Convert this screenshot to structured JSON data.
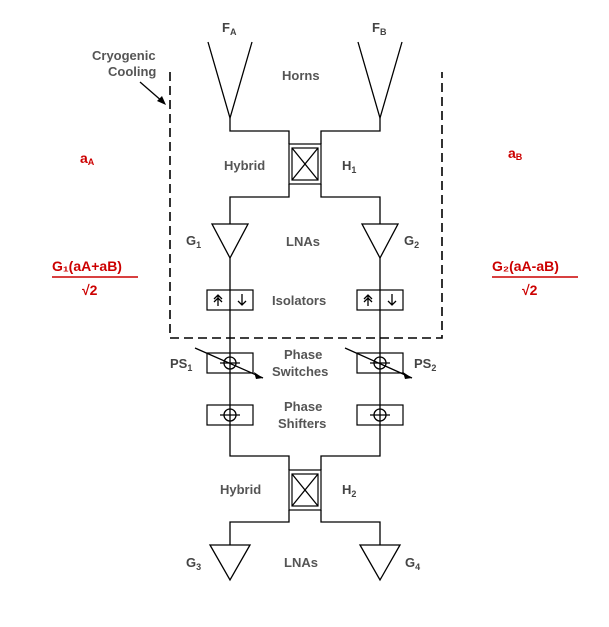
{
  "feeds": {
    "left": "F",
    "left_sub": "A",
    "right": "F",
    "right_sub": "B"
  },
  "labels": {
    "cryogenic": "Cryogenic",
    "cooling": "Cooling",
    "horns": "Horns",
    "hybrid_top": "Hybrid",
    "h1": "H",
    "h1_sub": "1",
    "lnas_top": "LNAs",
    "g1": "G",
    "g1_sub": "1",
    "g2": "G",
    "g2_sub": "2",
    "isolators": "Isolators",
    "phase_switches_1": "Phase",
    "phase_switches_2": "Switches",
    "ps1": "PS",
    "ps1_sub": "1",
    "ps2": "PS",
    "ps2_sub": "2",
    "phase_shifters_1": "Phase",
    "phase_shifters_2": "Shifters",
    "hybrid_bottom": "Hybrid",
    "h2": "H",
    "h2_sub": "2",
    "lnas_bottom": "LNAs",
    "g3": "G",
    "g3_sub": "3",
    "g4": "G",
    "g4_sub": "4"
  },
  "signals": {
    "a_a": "a",
    "a_a_sub": "A",
    "a_b": "a",
    "a_b_sub": "B",
    "left_num": "G₁(aA+aB)",
    "left_den": "√2",
    "right_num": "G₂(aA-aB)",
    "right_den": "√2"
  },
  "colors": {
    "signal": "#cc0000",
    "label": "#555555",
    "line": "#000000"
  }
}
